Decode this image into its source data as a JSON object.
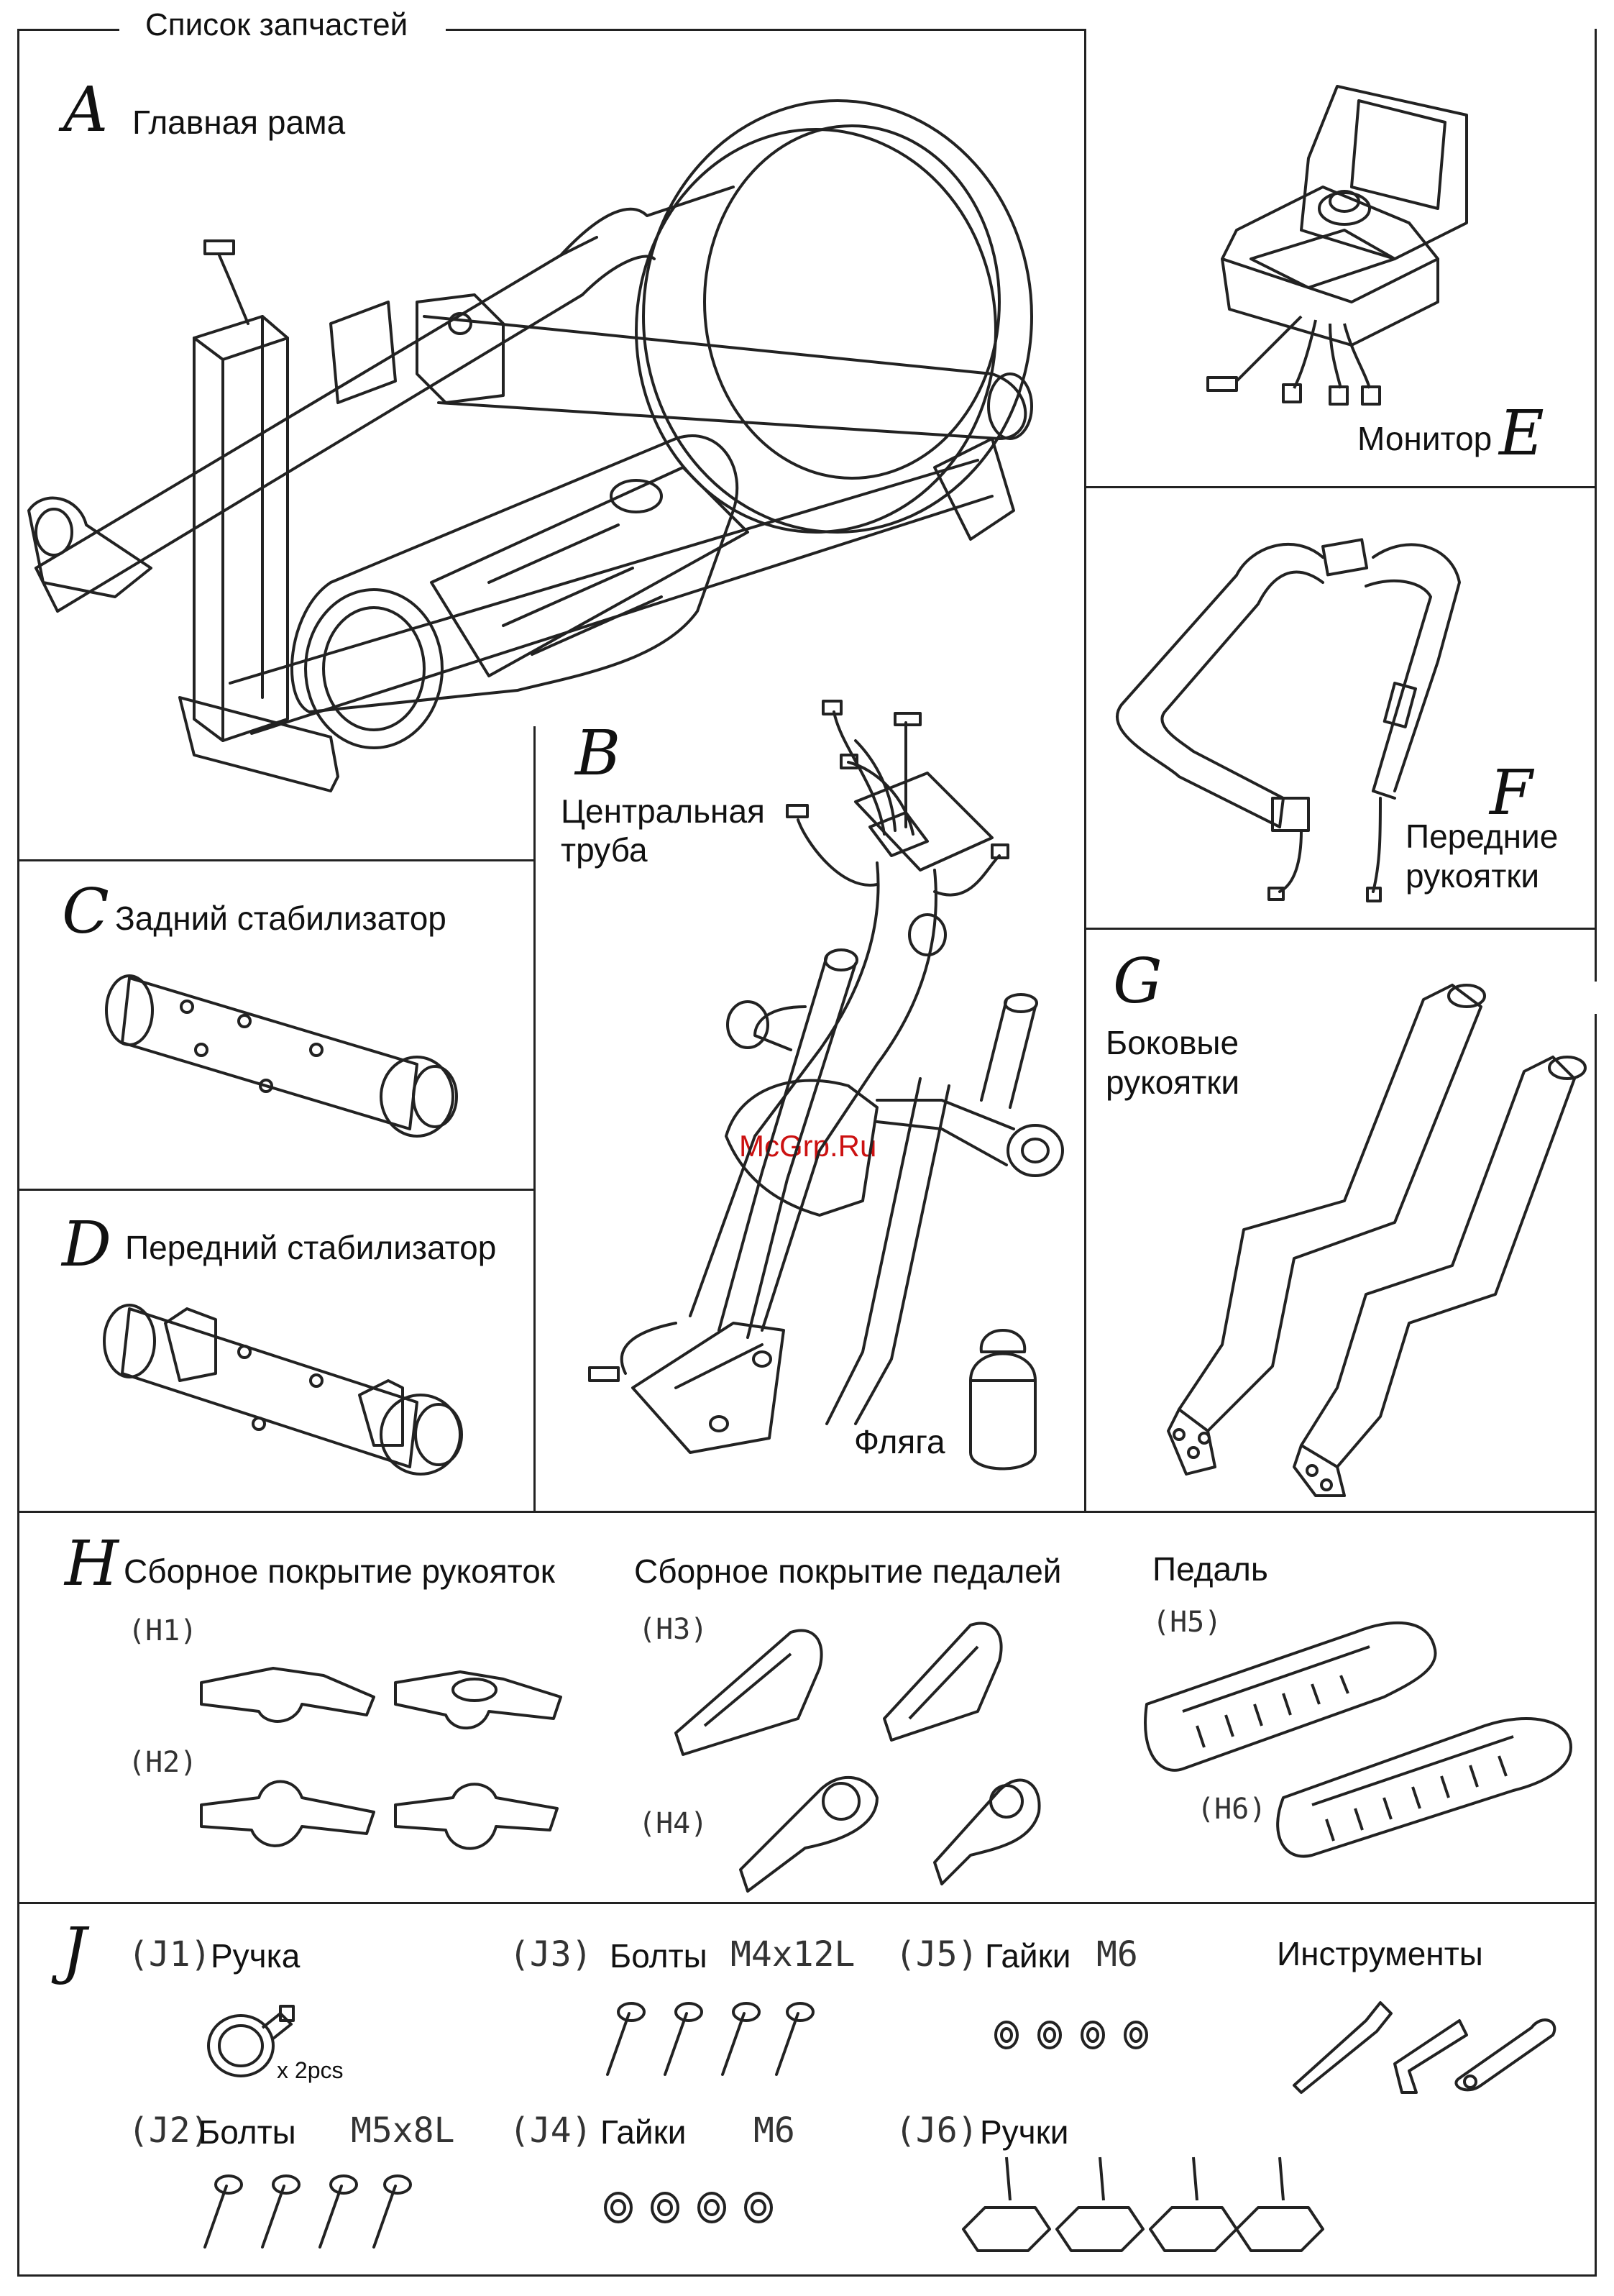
{
  "page_title": "Список запчастей",
  "watermark": "McGrp.Ru",
  "sections": {
    "A": {
      "letter": "A",
      "label": "Главная рама"
    },
    "B": {
      "letter": "B",
      "label_line1": "Центральная",
      "label_line2": "труба",
      "bottle": "Фляга"
    },
    "C": {
      "letter": "C",
      "label": "Задний стабилизатор"
    },
    "D": {
      "letter": "D",
      "label": "Передний стабилизатор"
    },
    "E": {
      "letter": "E",
      "label": "Монитор"
    },
    "F": {
      "letter": "F",
      "label_line1": "Передние",
      "label_line2": "рукоятки"
    },
    "G": {
      "letter": "G",
      "label_line1": "Боковые",
      "label_line2": "рукоятки"
    },
    "H": {
      "letter": "H",
      "group1": "Сборное покрытие рукояток",
      "group2": "Сборное покрытие педалей",
      "group3": "Педаль",
      "h1": "(H1)",
      "h2": "(H2)",
      "h3": "(H3)",
      "h4": "(H4)",
      "h5": "(H5)",
      "h6": "(H6)"
    },
    "J": {
      "letter": "J",
      "j1_code": "(J1)",
      "j1_label": "Ручка",
      "j1_qty": "x 2pcs",
      "j2_code": "(J2)",
      "j2_label": "Болты",
      "j2_size": "M5x8L",
      "j3_code": "(J3)",
      "j3_label": "Болты",
      "j3_size": "M4x12L",
      "j4_code": "(J4)",
      "j4_label": "Гайки",
      "j4_size": "M6",
      "j5_code": "(J5)",
      "j5_label": "Гайки",
      "j5_size": "M6",
      "j6_code": "(J6)",
      "j6_label": "Ручки",
      "tools": "Инструменты"
    }
  }
}
